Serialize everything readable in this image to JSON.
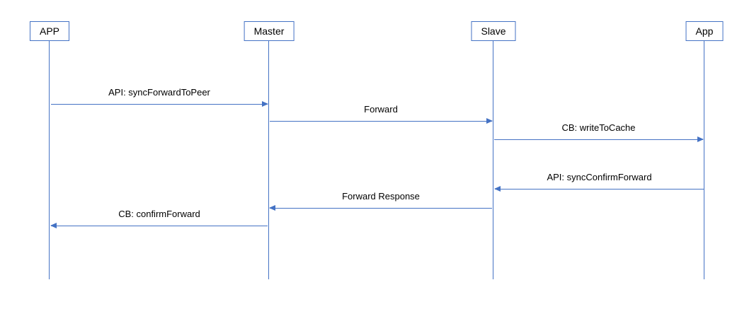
{
  "diagram": {
    "type": "sequence-diagram",
    "colors": {
      "line": "#4472C4",
      "text": "#000000",
      "background": "#FFFFFF"
    },
    "actors": [
      {
        "label": "APP"
      },
      {
        "label": "Master"
      },
      {
        "label": "Slave"
      },
      {
        "label": "App"
      }
    ],
    "messages": [
      {
        "label": "API: syncForwardToPeer",
        "from": "APP",
        "to": "Master",
        "direction": "right"
      },
      {
        "label": "Forward",
        "from": "Master",
        "to": "Slave",
        "direction": "right"
      },
      {
        "label": "CB: writeToCache",
        "from": "Slave",
        "to": "App",
        "direction": "right"
      },
      {
        "label": "API: syncConfirmForward",
        "from": "App",
        "to": "Slave",
        "direction": "left"
      },
      {
        "label": "Forward Response",
        "from": "Slave",
        "to": "Master",
        "direction": "left"
      },
      {
        "label": "CB: confirmForward",
        "from": "Master",
        "to": "APP",
        "direction": "left"
      }
    ]
  }
}
